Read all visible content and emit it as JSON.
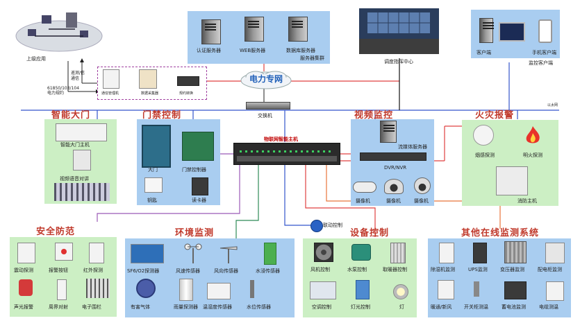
{
  "top": {
    "upper_app": "上级应用",
    "protocol_lines": [
      "61850/103/104",
      "电力规约"
    ],
    "link_lines": [
      "遥测/信",
      "通信"
    ],
    "dev_labels": [
      "通信管理机",
      "数据采集器",
      "规约转换"
    ],
    "servers": [
      "认证服务器",
      "WEB服务器",
      "数据库服务器"
    ],
    "server_cluster": "服务器集群",
    "dispatch_center": "调度指挥中心",
    "client": "客户端",
    "mobile_client": "手机客户端",
    "monitor_client": "监控客户端",
    "power_network": "电力专网",
    "switch": "交换机",
    "ethernet": "以太网"
  },
  "sections": {
    "smart_gate": {
      "title": "智能大门",
      "items": [
        "智能大门主机",
        "视频语音对讲"
      ]
    },
    "access": {
      "title": "门禁控制",
      "items": [
        "大门",
        "门禁控制器",
        "钥匙",
        "读卡器"
      ]
    },
    "iot_host": "物联网智能主机",
    "video": {
      "title": "视频监控",
      "items": [
        "流媒体服务器",
        "DVR/NVR",
        "摄像机",
        "摄像机",
        "摄像机"
      ]
    },
    "fire": {
      "title": "火灾报警",
      "items": [
        "烟感探测",
        "明火探测",
        "消防主机"
      ]
    },
    "security": {
      "title": "安全防范",
      "items": [
        "震动探测",
        "报警按钮",
        "红外探测",
        "声光报警",
        "周界对射",
        "电子围栏"
      ]
    },
    "env": {
      "title": "环境监测",
      "items": [
        "SF6/O2探测器",
        "风速传感器",
        "风向传感器",
        "水浸传感器",
        "有害气体",
        "雨量探测器",
        "温湿度传感器",
        "水位传感器"
      ]
    },
    "linkage": "联动控制",
    "equip": {
      "title": "设备控制",
      "items": [
        "风机控制",
        "水泵控制",
        "取暖器控制",
        "空调控制",
        "灯光控制",
        "灯"
      ]
    },
    "other": {
      "title": "其他在线监测系统",
      "items": [
        "除湿机监测",
        "UPS监测",
        "变压器监测",
        "配电柜监测",
        "暖通/新风",
        "开关柜测温",
        "蓄电池监测",
        "电缆测温"
      ]
    }
  },
  "colors": {
    "title_red": "#c0392b",
    "panel_blue": "#a9cdf0",
    "panel_green": "#ccefc4",
    "line_blue": "#3355cc",
    "line_red": "#e04040",
    "line_purple": "#9b59b6",
    "line_green": "#2e8b57",
    "line_orange": "#e8743b"
  }
}
